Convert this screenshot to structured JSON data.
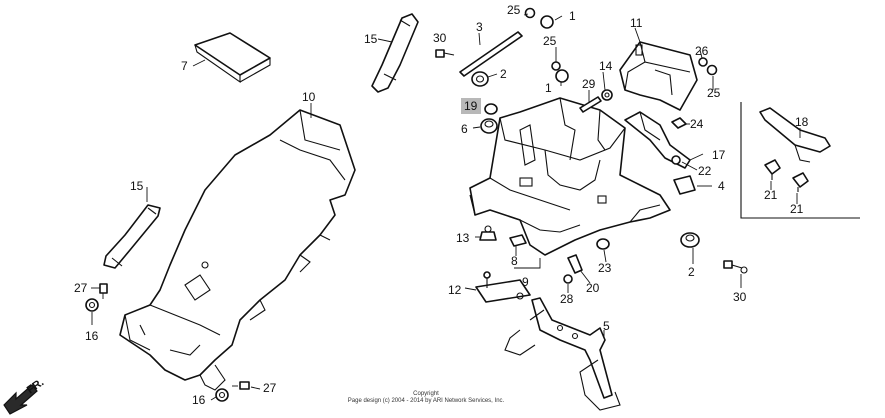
{
  "callouts": {
    "c1a": "1",
    "c1b": "1",
    "c2a": "2",
    "c2b": "2",
    "c3": "3",
    "c4": "4",
    "c5": "5",
    "c6": "6",
    "c7": "7",
    "c8": "8",
    "c9": "9",
    "c10": "10",
    "c11": "11",
    "c12": "12",
    "c13": "13",
    "c14": "14",
    "c15a": "15",
    "c15b": "15",
    "c16a": "16",
    "c16b": "16",
    "c17": "17",
    "c18": "18",
    "c19": "19",
    "c20": "20",
    "c21a": "21",
    "c21b": "21",
    "c22": "22",
    "c23": "23",
    "c24": "24",
    "c25a": "25",
    "c25b": "25",
    "c25c": "25",
    "c26": "26",
    "c27a": "27",
    "c27b": "27",
    "c28": "28",
    "c29": "29",
    "c30a": "30",
    "c30b": "30"
  },
  "direction_label": "FR.",
  "copyright": {
    "line1": "Copyright",
    "line2": "Page design (c) 2004 - 2014 by ARI Network Services, Inc."
  },
  "highlight_color": "#b8b8b8"
}
